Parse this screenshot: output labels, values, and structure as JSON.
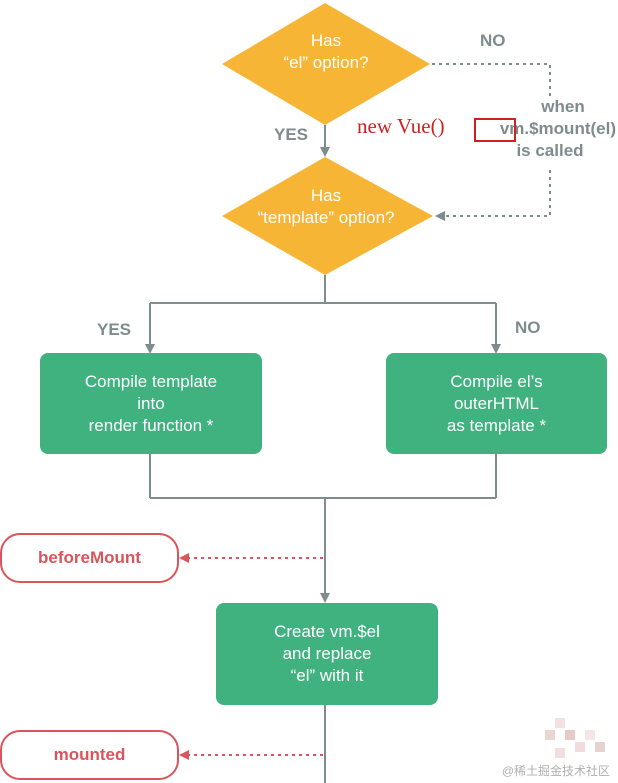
{
  "decision_el": {
    "line1": "Has",
    "line2": "“el” option?"
  },
  "decision_template": {
    "line1": "Has",
    "line2": "“template” option?"
  },
  "labels": {
    "yes_top": "YES",
    "no_top": "NO",
    "yes_left": "YES",
    "no_right": "NO"
  },
  "when_note": {
    "line1": "when",
    "line2": "vm.$mount(el)",
    "line3": "is called"
  },
  "annotation": {
    "new_vue": "new Vue()"
  },
  "box_compile_template": {
    "line1": "Compile template",
    "line2": "into",
    "line3": "render function *"
  },
  "box_compile_el": {
    "line1": "Compile el’s",
    "line2": "outerHTML",
    "line3": "as template *"
  },
  "box_create_el": {
    "line1": "Create vm.$el",
    "line2": "and replace",
    "line3": "“el” with it"
  },
  "hooks": {
    "before_mount": "beforeMount",
    "mounted": "mounted"
  },
  "watermark": "@稀土掘金技术社区",
  "colors": {
    "diamond": "#f7b535",
    "green": "#3fb27f",
    "line": "#7f8c8d",
    "hook": "#d9545b",
    "annotation_red": "#cc2222"
  }
}
